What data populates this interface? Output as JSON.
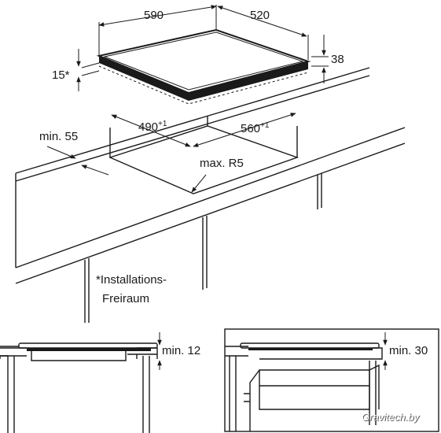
{
  "hob": {
    "width_label": "590",
    "depth_label": "520",
    "height_label": "38",
    "offset_label": "15*"
  },
  "cutout": {
    "min_edge_label": "min. 55",
    "width_label": "490",
    "width_tol": "+1",
    "depth_label": "560",
    "depth_tol": "+1",
    "radius_label": "max. R5"
  },
  "footnote": {
    "line1": "*Installations-",
    "line2": "Freiraum"
  },
  "section_left": {
    "clearance_label": "min. 12"
  },
  "section_right": {
    "clearance_label": "min. 30"
  },
  "watermark": "Gravitech.by"
}
